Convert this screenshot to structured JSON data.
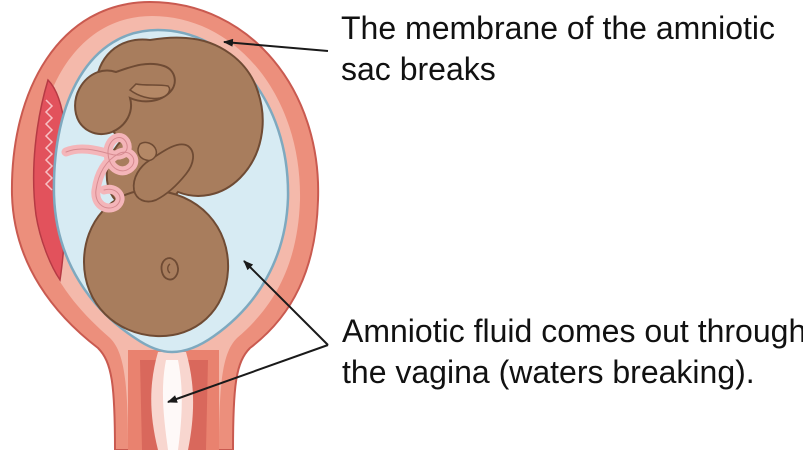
{
  "annotations": {
    "membrane": {
      "line1": "The membrane of the amniotic",
      "line2": "sac breaks"
    },
    "fluid": {
      "line1": "Amniotic fluid comes out through",
      "line2": "the vagina (waters breaking)."
    }
  },
  "colors": {
    "uterus_wall": "#e98a78",
    "uterus_outline": "#cf5f55",
    "uterine_lining": "#f2b4a6",
    "placenta": "#e0505a",
    "amniotic_fluid": "#d6eaf2",
    "membrane_outline": "#7fa9c0",
    "fetus_skin": "#a77c5c",
    "fetus_outline": "#6e4a33",
    "umbilical_cord": "#f4b7bb",
    "arrow": "#1a1a1a"
  }
}
